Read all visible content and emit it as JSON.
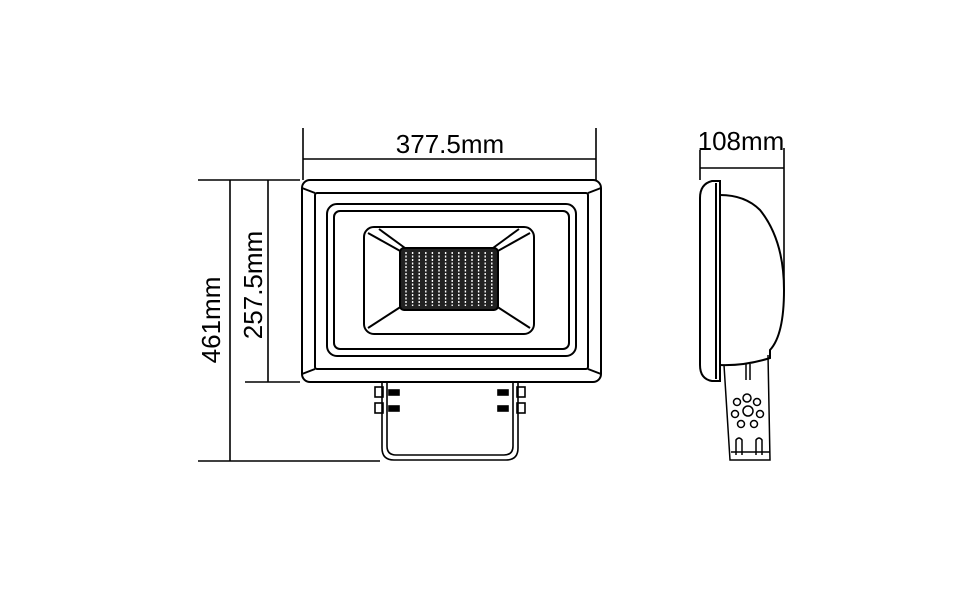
{
  "dimensions": {
    "width": "377.5mm",
    "total_height": "461mm",
    "body_height": "257.5mm",
    "depth": "108mm"
  },
  "colors": {
    "line": "#000000",
    "background": "#ffffff"
  }
}
